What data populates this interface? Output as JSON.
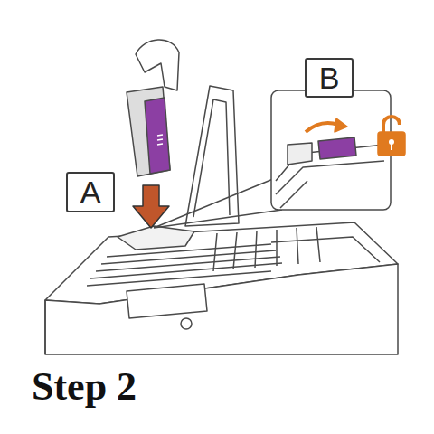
{
  "diagram": {
    "caption": "Step 2",
    "nodes": [
      {
        "text": [
          "B"
        ]
      },
      {
        "text": [
          "A"
        ]
      }
    ]
  }
}
